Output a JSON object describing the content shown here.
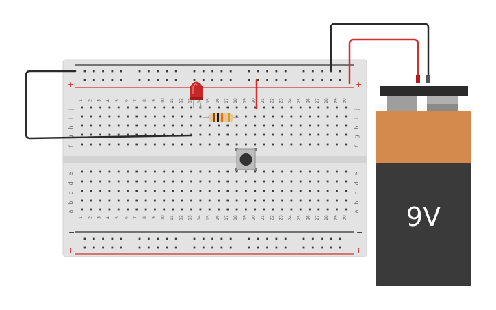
{
  "breadboard": {
    "columns": [
      "1",
      "2",
      "3",
      "4",
      "5",
      "6",
      "7",
      "8",
      "9",
      "10",
      "11",
      "12",
      "13",
      "14",
      "15",
      "16",
      "17",
      "18",
      "19",
      "20",
      "21",
      "22",
      "23",
      "24",
      "25",
      "26",
      "27",
      "28",
      "29",
      "30"
    ],
    "rows_top": [
      "j",
      "i",
      "h",
      "g",
      "f"
    ],
    "rows_bottom": [
      "e",
      "d",
      "c",
      "b",
      "a"
    ],
    "rail_minus": "−",
    "rail_plus": "+"
  },
  "battery": {
    "label": "9V",
    "colors": {
      "cap": "#2b2b2b",
      "top_band": "#d4894d",
      "body": "#3a3a3a"
    }
  },
  "components": {
    "led": {
      "color": "#c62828"
    },
    "resistor": {
      "band_colors": [
        "#8a4a12",
        "#1a1a1a",
        "#e0701a",
        "#c9a227"
      ]
    },
    "pushbutton": {
      "cap_color": "#333333"
    }
  },
  "wires": [
    {
      "name": "battery-negative-wire",
      "color": "#2b2b2b"
    },
    {
      "name": "battery-positive-wire",
      "color": "#d32f2f"
    },
    {
      "name": "jumper-wire-top-rail",
      "color": "#d32f2f"
    },
    {
      "name": "long-black-wire",
      "color": "#2b2b2b"
    }
  ]
}
